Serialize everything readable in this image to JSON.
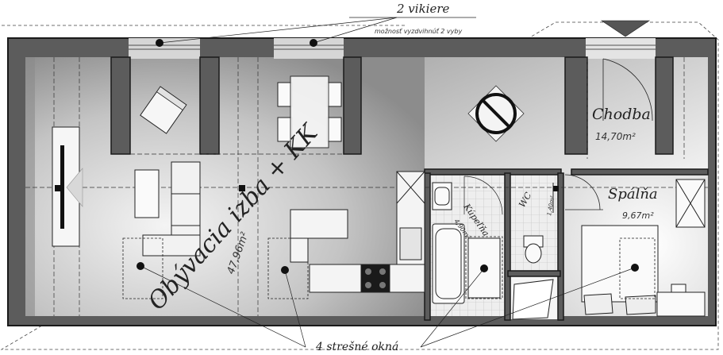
{
  "annotations": {
    "dormers": "2 vikiere",
    "dormers_note": "možnosť vyzdvihnúť 2 vyby",
    "roof_windows": "4 strešné okná"
  },
  "rooms": {
    "living": {
      "name": "Obývacia izba + KK",
      "area": "47,96m²"
    },
    "hall": {
      "name": "Chodba",
      "area": "14,70m²"
    },
    "bedroom": {
      "name": "Spálňa",
      "area": "9,67m²"
    },
    "bathroom": {
      "name": "Kúpeľňa",
      "area": "4,90m²"
    },
    "wc": {
      "name": "WC",
      "area": "1,40m²"
    }
  },
  "colors": {
    "wall": "#555555",
    "wall_outline": "#1a1a1a",
    "living_floor": "#a8a8a8",
    "hall_floor": "#e8e8e8",
    "marker": "#111111"
  }
}
